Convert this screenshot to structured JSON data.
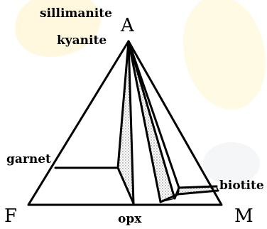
{
  "vertices": {
    "top": "A",
    "left": "F",
    "right": "M"
  },
  "phases": {
    "sillimanite": "sillimanite",
    "kyanite": "kyanite",
    "garnet": "garnet",
    "biotite": "biotite",
    "opx": "opx"
  },
  "colors": {
    "ink": "#000000",
    "watermark": "#ffe27a"
  }
}
